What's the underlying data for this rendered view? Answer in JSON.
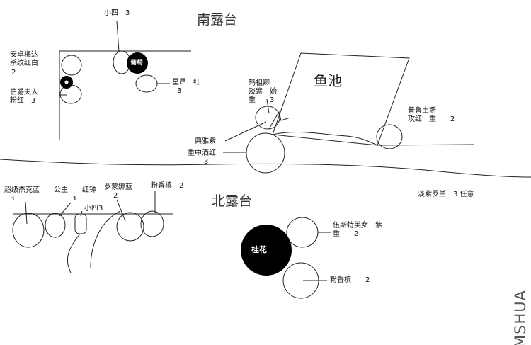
{
  "areas": {
    "south_terrace": "南露台",
    "north_terrace": "北露台",
    "fish_pond": "鱼池"
  },
  "plants": {
    "xiaosi_top": "小四　3",
    "andromeda": "安卓梅达",
    "andromeda_sub": "杀纹红白",
    "andromeda_qty": "2",
    "putao": "葡萄",
    "xingchang": "星昂　红",
    "xingchang_qty": "3",
    "bojue": "伯爵夫人",
    "bojue_sub": "粉红　3",
    "mazu_1": "玛祖卿",
    "mazu_2": "淡紫　始",
    "mazu_3": "重　　3",
    "pulu": "普鲁土斯",
    "pulu_sub": "玫红　重　　2",
    "dianya": "典雅紫",
    "zhongzhong": "重中酒红",
    "zhongzhong_qty": "3",
    "chaoji": "超级杰克蓝",
    "chaoji_qty": "3",
    "gongzhu": "公主　　红钟",
    "gongzhu_qty": "3",
    "xiaosi_bottom": "小四3",
    "luomeng": "罗蒙娜蓝",
    "luomeng_qty": "2",
    "fenxiang_top": "粉香槟　2",
    "danzi": "淡紫罗兰　3 任意",
    "wusi": "伍斯特美女　紫",
    "wusi_sub": "重　　2",
    "guihua": "桂花",
    "fenxiang_bottom": "粉香槟　　2"
  },
  "watermark": "MSHUA"
}
